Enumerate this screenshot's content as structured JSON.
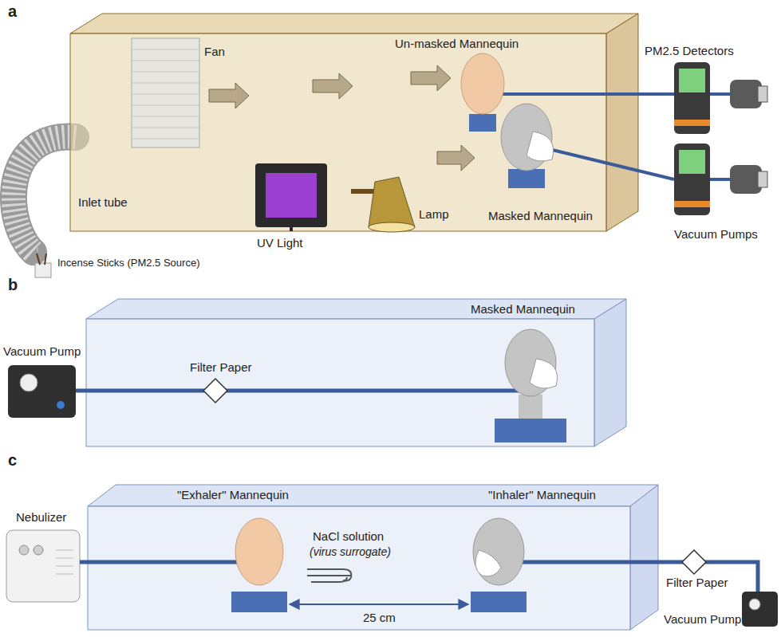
{
  "diagram": {
    "labels": [
      "a",
      "Fan",
      "Un-masked Mannequin",
      "PM2.5 Detectors",
      "UV Light",
      "Lamp",
      "Masked Mannequin",
      "Inlet tube",
      "Vacuum Pumps",
      "Incense Sticks (PM2.5 Source)",
      "b",
      "Vacuum Pump",
      "Masked Mannequin",
      "Filter Paper",
      "c",
      "Nebulizer",
      "\"Exhaler\" Mannequin",
      "NaCl solution",
      "(virus surrogate)",
      "\"Inhaler\" Mannequin",
      "25 cm",
      "Filter Paper",
      "Vacuum Pump"
    ]
  }
}
